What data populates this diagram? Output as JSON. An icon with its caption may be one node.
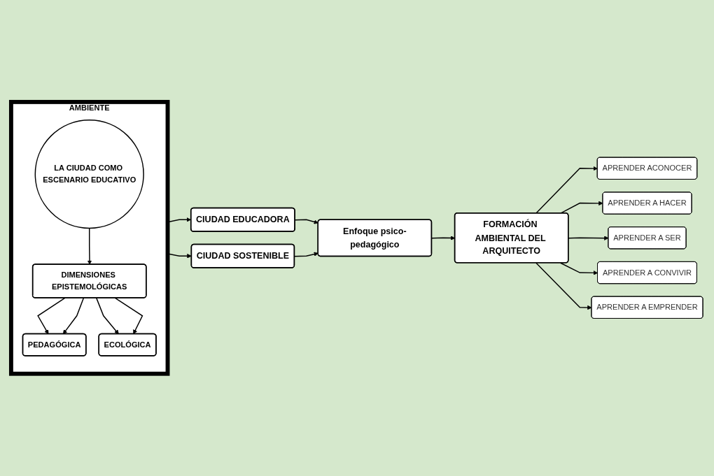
{
  "diagram": {
    "nodes": [
      {
        "text": [
          "AMBIENTE"
        ]
      },
      {
        "text": [
          "LA CIUDAD COMO ESCENARIO EDUCATIVO"
        ],
        "in": 0
      },
      {
        "text": [
          "DIMENSIONES EPISTEMOLÓGICAS"
        ],
        "in": 0
      },
      {
        "text": [
          "PEDAGÓGICA"
        ],
        "in": 0
      },
      {
        "text": [
          "ECOLÓGICA"
        ],
        "in": 0
      },
      {
        "text": [
          "CIUDAD EDUCADORA"
        ]
      },
      {
        "text": [
          "CIUDAD SOSTENIBLE"
        ]
      },
      {
        "text": [
          "Enfoque psico-pedagógico"
        ]
      },
      {
        "text": [
          "FORMACIÓN AMBIENTAL DEL ARQUITECTO"
        ]
      },
      {
        "text": [
          "APRENDER ACONOCER"
        ]
      },
      {
        "text": [
          "APRENDER A HACER"
        ]
      },
      {
        "text": [
          "APRENDER A SER"
        ]
      },
      {
        "text": [
          "APRENDER A CONVIVIR"
        ]
      },
      {
        "text": [
          "APRENDER A EMPRENDER"
        ]
      }
    ],
    "edges": [
      {
        "from": 1,
        "to": 2,
        "arrow": "to"
      },
      {
        "from": 2,
        "to": 3,
        "arrow": "to"
      },
      {
        "from": 2,
        "to": 3,
        "arrow": "to"
      },
      {
        "from": 2,
        "to": 4,
        "arrow": "to"
      },
      {
        "from": 2,
        "to": 4,
        "arrow": "to"
      },
      {
        "from": 0,
        "to": 5,
        "arrow": "to"
      },
      {
        "from": 0,
        "to": 6,
        "arrow": "to"
      },
      {
        "from": 5,
        "to": 7,
        "arrow": "to"
      },
      {
        "from": 6,
        "to": 7,
        "arrow": "to"
      },
      {
        "from": 7,
        "to": 8,
        "arrow": "to"
      },
      {
        "from": 8,
        "to": 9,
        "arrow": "to"
      },
      {
        "from": 8,
        "to": 10,
        "arrow": "to"
      },
      {
        "from": 8,
        "to": 11,
        "arrow": "to"
      },
      {
        "from": 8,
        "to": 12,
        "arrow": "to"
      },
      {
        "from": 8,
        "to": 13,
        "arrow": "to"
      }
    ]
  }
}
